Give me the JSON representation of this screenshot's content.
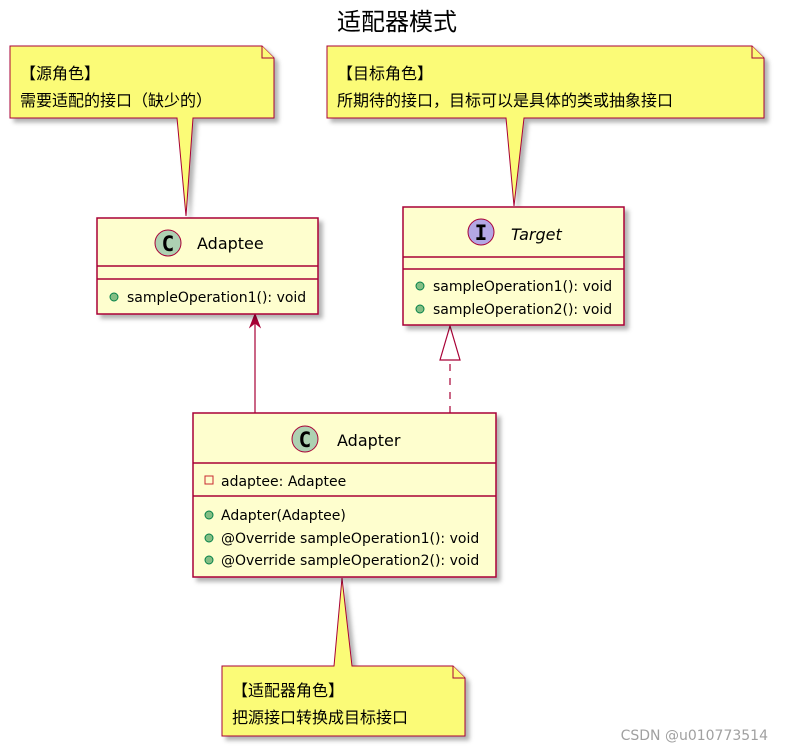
{
  "title": "适配器模式",
  "notes": {
    "adaptee_note": {
      "line1": "【源角色】",
      "line2": "需要适配的接口（缺少的）"
    },
    "target_note": {
      "line1": "【目标角色】",
      "line2": "所期待的接口，目标可以是具体的类或抽象接口"
    },
    "adapter_note": {
      "line1": "【适配器角色】",
      "line2": "把源接口转换成目标接口"
    }
  },
  "classes": {
    "adaptee": {
      "badge": "C",
      "name": "Adaptee",
      "methods": [
        "sampleOperation1(): void"
      ]
    },
    "target": {
      "badge": "I",
      "name": "Target",
      "methods": [
        "sampleOperation1(): void",
        "sampleOperation2(): void"
      ]
    },
    "adapter": {
      "badge": "C",
      "name": "Adapter",
      "fields": [
        "adaptee: Adaptee"
      ],
      "methods": [
        "Adapter(Adaptee)",
        "@Override sampleOperation1(): void",
        "@Override sampleOperation2(): void"
      ]
    }
  },
  "colors": {
    "border": "#a80036",
    "class_fill": "#fefece",
    "note_fill": "#fbfb77",
    "class_badge": "#add1b2",
    "interface_badge": "#b4a7e5",
    "public_method": "#84be84",
    "private_field": "#c82930"
  },
  "watermark": "CSDN @u010773514"
}
